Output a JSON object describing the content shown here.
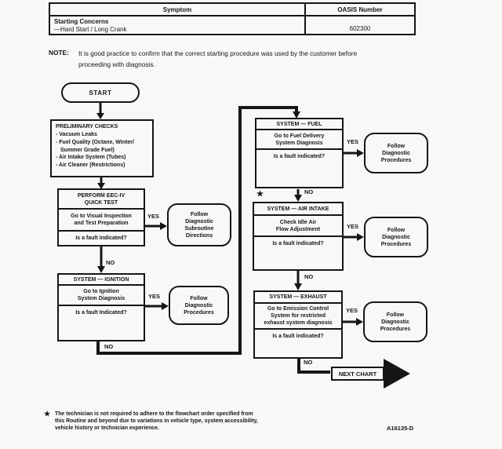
{
  "colors": {
    "ink": "#161616",
    "paper": "#f8f8f6"
  },
  "table": {
    "header_symptom": "Symptom",
    "header_oasis": "OASIS Number",
    "symptom_title": "Starting Concerns",
    "symptom_detail": "—Hard Start / Long Crank",
    "oasis_number": "602300"
  },
  "note": {
    "label": "NOTE:",
    "line1": "It is good practice to confirm that the correct starting procedure was used by the customer before",
    "line2": "proceeding with diagnosis."
  },
  "labels": {
    "yes": "YES",
    "no": "NO"
  },
  "flow": {
    "start": "START",
    "preliminary": {
      "title": "PRELIMINARY CHECKS",
      "lines": [
        "- Vacuum Leaks",
        "- Fuel Quality (Octane, Winter/",
        "Summer Grade Fuel)",
        "- Air Intake System (Tubes)",
        "- Air Cleaner (Restrictions)"
      ]
    },
    "quick_test": {
      "title1": "PERFORM EEC-IV",
      "title2": "QUICK TEST",
      "action1": "Go to Visual Inspection",
      "action2": "and Test Preparation",
      "question": "Is a fault indicated?"
    },
    "subroutine_terminal": {
      "line1": "Follow",
      "line2": "Diagnostic",
      "line3": "Subroutine",
      "line4": "Directions"
    },
    "procedures_terminal": {
      "line1": "Follow",
      "line2": "Diagnostic",
      "line3": "Procedures"
    },
    "ignition": {
      "title": "SYSTEM — IGNITION",
      "action1": "Go to Ignition",
      "action2": "System Diagnosis",
      "question": "Is a fault Indicated?"
    },
    "fuel": {
      "title": "SYSTEM — FUEL",
      "action1": "Go to Fuel Delivery",
      "action2": "System Diagnosis",
      "question": "Is a fault indicated?"
    },
    "air_intake": {
      "marker": "★",
      "title": "SYSTEM — AIR INTAKE",
      "action1": "Check Idle Air",
      "action2": "Flow Adjustment",
      "question": "Is a fault indicated?"
    },
    "exhaust": {
      "title": "SYSTEM — EXHAUST",
      "action1": "Go to Emission Control",
      "action2": "System for restricted",
      "action3": "exhaust system diagnosis",
      "question": "Is a fault indicated?"
    },
    "next_chart": "NEXT CHART"
  },
  "footnote": {
    "marker": "★",
    "line1": "The technician is not required to adhere to the flowchart order specified from",
    "line2": "this Routine and beyond due to variations in vehicle type, system accessibility,",
    "line3": "vehicle history or technician experience."
  },
  "figure_id": "A16135-D"
}
